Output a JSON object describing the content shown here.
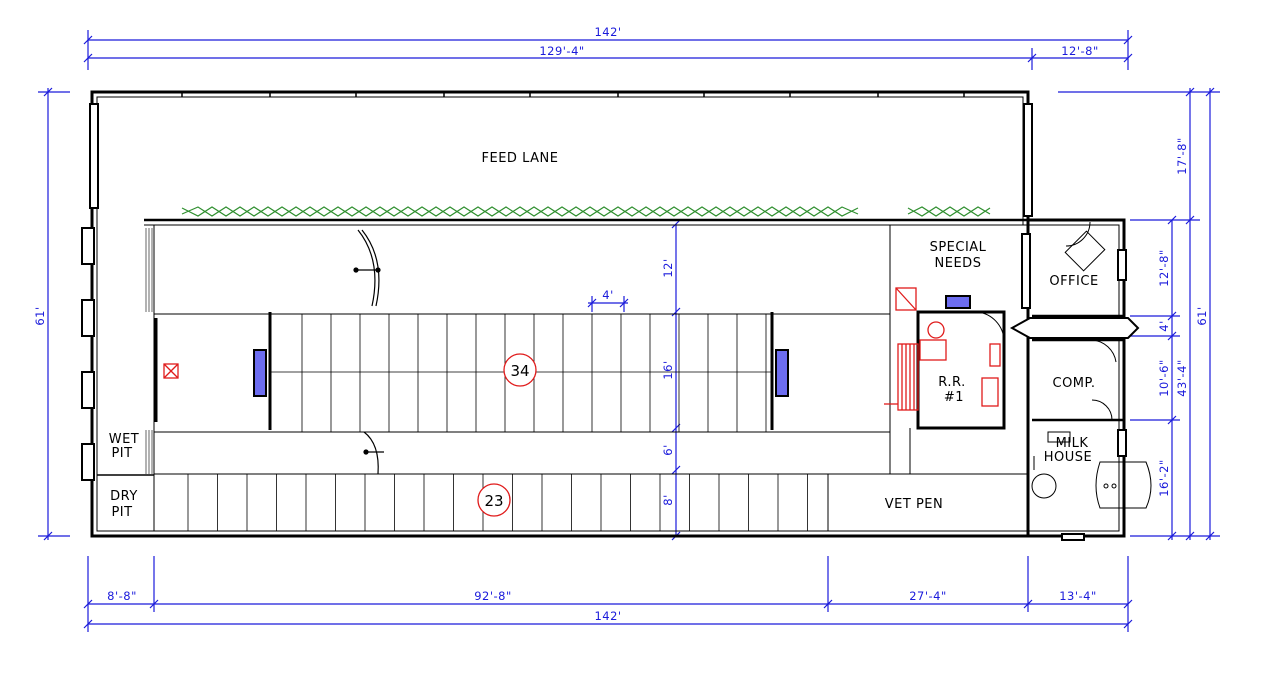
{
  "rooms": {
    "feed_lane": "FEED LANE",
    "special_needs_1": "SPECIAL",
    "special_needs_2": "NEEDS",
    "office": "OFFICE",
    "comp": "COMP.",
    "milk_house_1": "MILK",
    "milk_house_2": "HOUSE",
    "vet_pen": "VET PEN",
    "restroom_1": "R.R.",
    "restroom_2": "#1",
    "wet_pit_1": "WET",
    "wet_pit_2": "PIT",
    "dry_pit_1": "DRY",
    "dry_pit_2": "PIT"
  },
  "stall_counts": {
    "upper_row": "34",
    "lower_row": "23"
  },
  "dimensions": {
    "top_overall": "142'",
    "top_left": "129'-4\"",
    "top_right": "12'-8\"",
    "bottom_overall": "142'",
    "bottom_1": "8'-8\"",
    "bottom_2": "92'-8\"",
    "bottom_3": "27'-4\"",
    "bottom_4": "13'-4\"",
    "left_overall": "61'",
    "right_overall": "61'",
    "right_feed": "17'-8\"",
    "right_office": "12'-8\"",
    "right_hall": "4'",
    "right_comp": "10'-6\"",
    "right_milk": "16'-2\"",
    "right_sub": "43'-4\"",
    "interior_alley_top": "12'",
    "interior_stalls": "16'",
    "interior_alley_bottom": "6'",
    "interior_stalls_bottom": "8'",
    "interior_width": "4'"
  },
  "colors": {
    "wall": "#000000",
    "dimension": "#1a1adb",
    "fixture": "#e01b1b",
    "fan": "#6d6df0",
    "hedge": "#2f8f2f"
  }
}
